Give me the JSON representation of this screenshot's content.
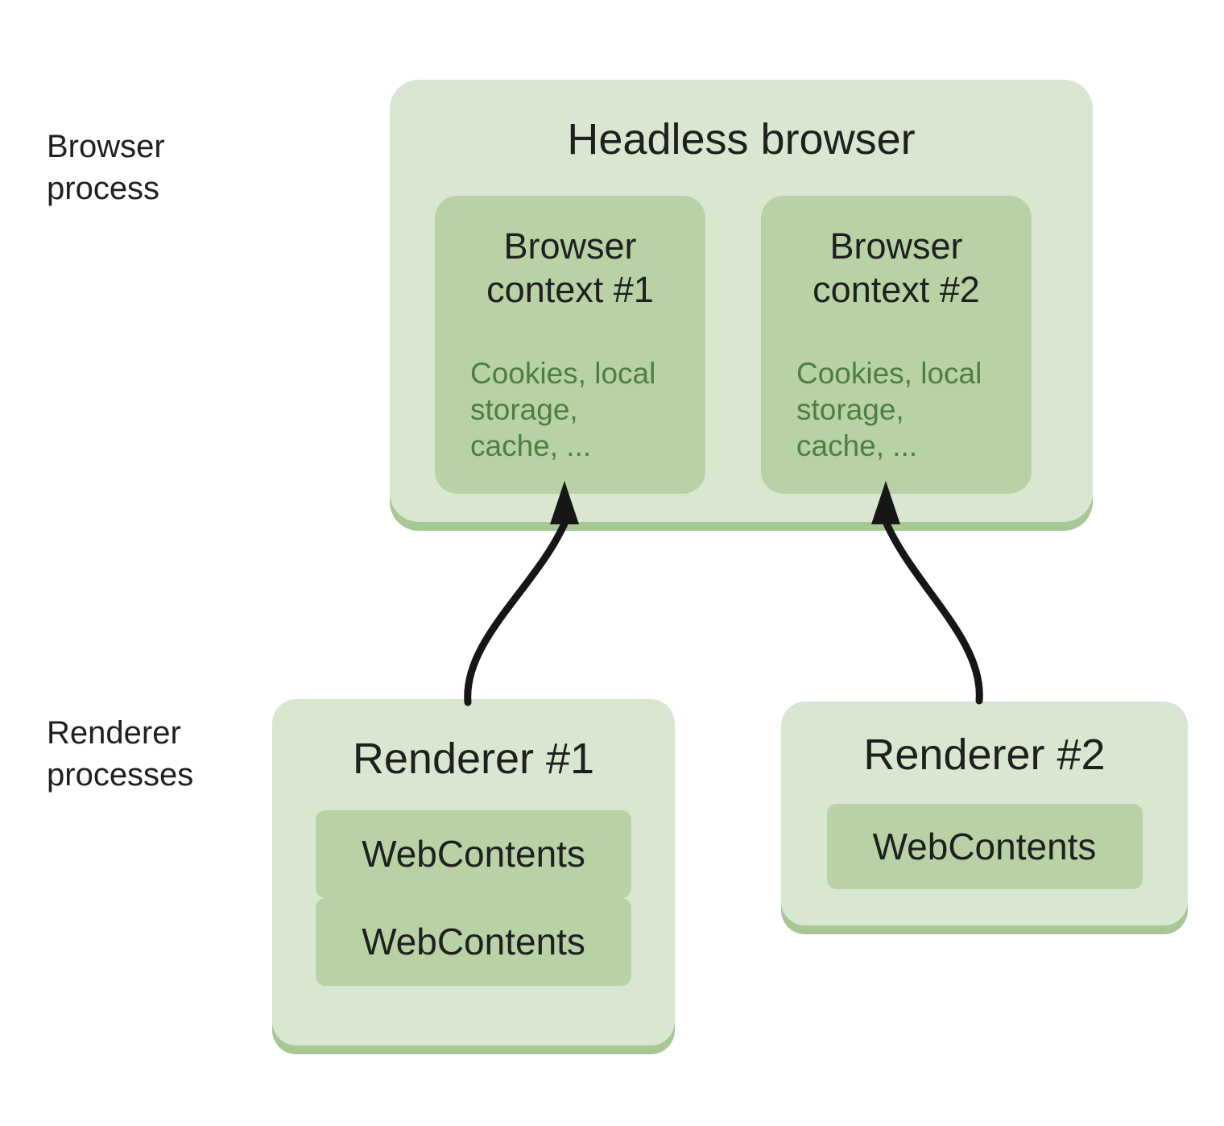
{
  "colors": {
    "background": "#ffffff",
    "outer_box": "#d9e7d1",
    "inner_box": "#b8d2a6",
    "box_shadow": "#a7c795",
    "heading_text": "#1f1f1f",
    "detail_text": "#4d8040",
    "arrow": "#161616"
  },
  "labels": {
    "browser_process": "Browser\nprocess",
    "renderer_processes": "Renderer\nprocesses"
  },
  "headless": {
    "title": "Headless browser",
    "contexts": [
      {
        "title": "Browser\ncontext #1",
        "details": "Cookies, local\nstorage,\ncache, ..."
      },
      {
        "title": "Browser\ncontext #2",
        "details": "Cookies, local\nstorage,\ncache, ..."
      }
    ]
  },
  "renderers": [
    {
      "title": "Renderer #1",
      "webcontents": [
        "WebContents",
        "WebContents"
      ]
    },
    {
      "title": "Renderer #2",
      "webcontents": [
        "WebContents"
      ]
    }
  ]
}
